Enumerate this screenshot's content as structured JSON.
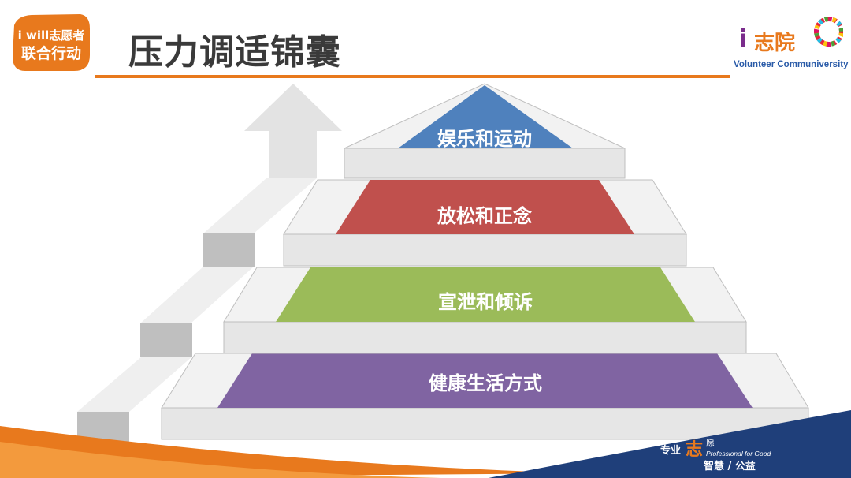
{
  "header": {
    "title": "压力调适锦囊",
    "logo_left_line1": "i will志愿者",
    "logo_left_line2": "联合行动",
    "brand_i": "i",
    "brand_name": "志院",
    "brand_tagline": "Volunteer Communiversity"
  },
  "pyramid": {
    "tiers": [
      {
        "label": "娱乐和运动",
        "color": "#4f81bd"
      },
      {
        "label": "放松和正念",
        "color": "#c0504d"
      },
      {
        "label": "宣泄和倾诉",
        "color": "#9bbb59"
      },
      {
        "label": "健康生活方式",
        "color": "#8064a2"
      }
    ]
  },
  "footer": {
    "slogan_left": "专业",
    "slogan_mid": "志",
    "slogan_right": "愿",
    "slogan_en": "Professional for Good",
    "slogan_bottom": "智慧 / 公益"
  },
  "colors": {
    "accent": "#e8791d",
    "navy": "#1f3f7a",
    "stone": "#d9d9d9",
    "stone_light": "#efefef",
    "stone_dark": "#bfbfbf"
  }
}
